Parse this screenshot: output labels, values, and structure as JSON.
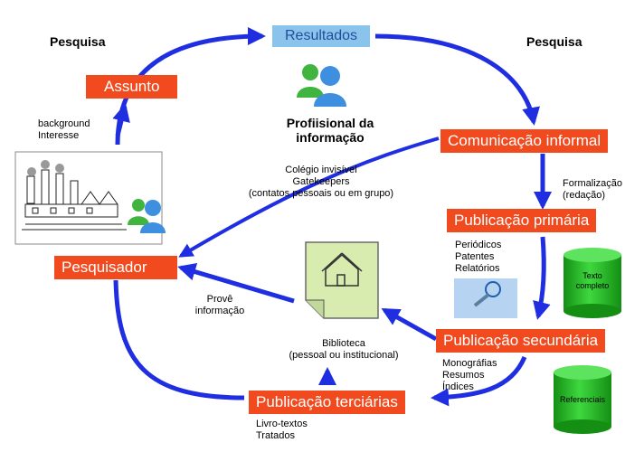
{
  "nodes": {
    "pesquisa_left": "Pesquisa",
    "pesquisa_right": "Pesquisa",
    "resultados": "Resultados",
    "assunto": "Assunto",
    "profissional": [
      "Profiisional da",
      "informação"
    ],
    "comunicacao_informal": "Comunicação informal",
    "publicacao_primaria": "Publicação primária",
    "publicacao_secundaria": "Publicação secundária",
    "publicacao_terciarias": "Publicação terciárias",
    "pesquisador": "Pesquisador"
  },
  "notes": {
    "background": [
      "background",
      "Interesse"
    ],
    "colegio": [
      "Colégio invisível",
      "Gatekeepers",
      "(contatos pessoais ou em grupo)"
    ],
    "formalizacao": [
      "Formalização",
      "(redação)"
    ],
    "primaria_items": [
      "Periódicos",
      "Patentes",
      "Relatórios"
    ],
    "secundaria_items": [
      "Monográfias",
      "Resumos",
      "Índices"
    ],
    "terciarias_items": [
      "Livro-textos",
      "Tratados"
    ],
    "prove": [
      "Provê",
      "informação"
    ],
    "biblioteca": [
      "Biblioteca",
      "(pessoal ou institucional)"
    ]
  },
  "cylinders": {
    "texto": [
      "Texto",
      "completo"
    ],
    "referenciais": "Referenciais"
  },
  "colors": {
    "flow_blue": "#1f2ee0",
    "node_red": "#f04a1e",
    "node_blue": "#8ac4ec",
    "cylinder_green": "#21b521",
    "document_green": "#d8ecb0"
  }
}
